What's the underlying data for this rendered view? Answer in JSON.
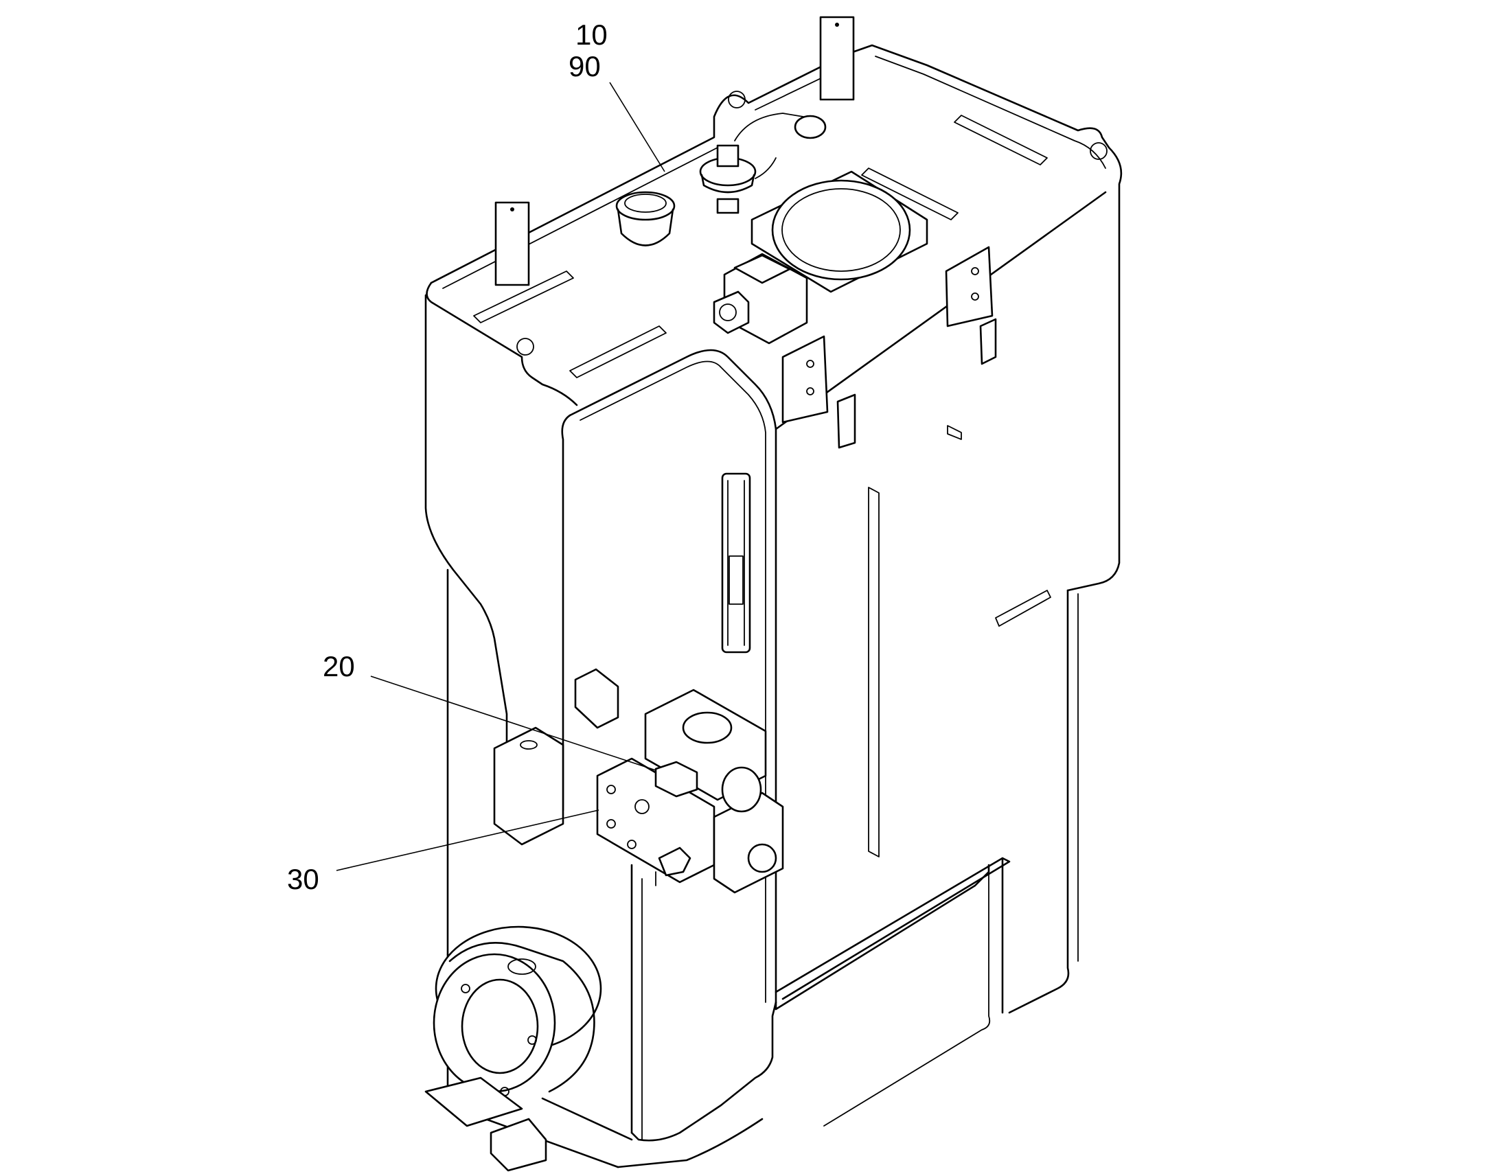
{
  "callouts": [
    {
      "id": "c10",
      "label": "10"
    },
    {
      "id": "c90",
      "label": "90"
    },
    {
      "id": "c20",
      "label": "20"
    },
    {
      "id": "c30",
      "label": "30"
    }
  ],
  "colors": {
    "line": "#000000",
    "background": "#ffffff"
  }
}
